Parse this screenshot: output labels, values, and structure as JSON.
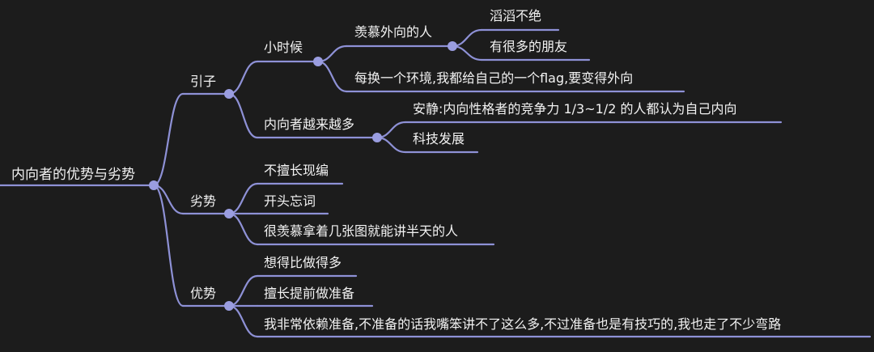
{
  "mindmap": {
    "root": "内向者的优势与劣势",
    "branches": [
      {
        "label": "引子",
        "children": [
          {
            "label": "小时候",
            "children": [
              {
                "label": "羡慕外向的人",
                "children": [
                  {
                    "label": "滔滔不绝"
                  },
                  {
                    "label": "有很多的朋友"
                  }
                ]
              },
              {
                "label": "每换一个环境,我都给自己的一个flag,要变得外向"
              }
            ]
          },
          {
            "label": "内向者越来越多",
            "children": [
              {
                "label": "安静:内向性格者的竞争力 1/3~1/2 的人都认为自己内向"
              },
              {
                "label": "科技发展"
              }
            ]
          }
        ]
      },
      {
        "label": "劣势",
        "children": [
          {
            "label": "不擅长现编"
          },
          {
            "label": "开头忘词"
          },
          {
            "label": "很羡慕拿着几张图就能讲半天的人"
          }
        ]
      },
      {
        "label": "优势",
        "children": [
          {
            "label": "想得比做得多"
          },
          {
            "label": "擅长提前做准备"
          },
          {
            "label": "我非常依赖准备,不准备的话我嘴笨讲不了这么多,不过准备也是有技巧的,我也走了不少弯路"
          }
        ]
      }
    ]
  }
}
